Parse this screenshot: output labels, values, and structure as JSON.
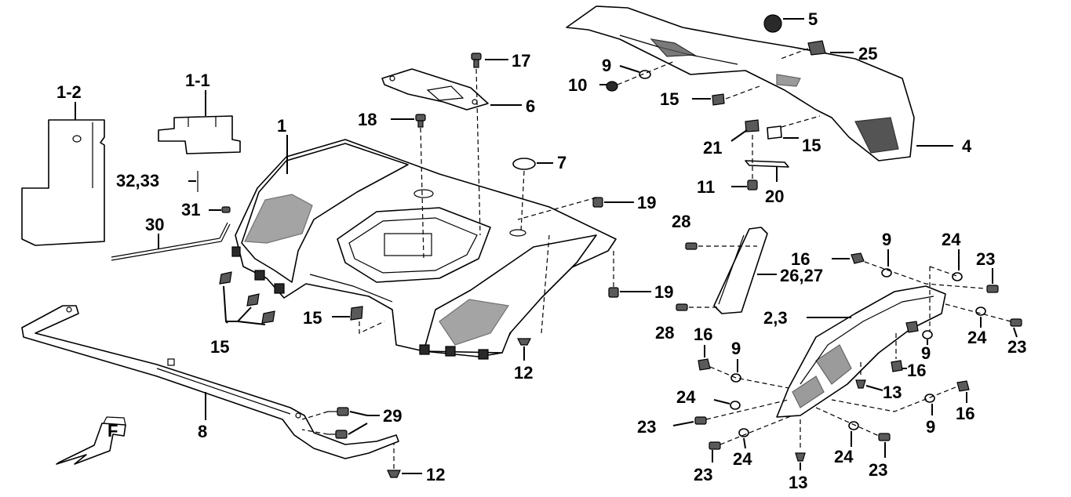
{
  "callouts": [
    {
      "id": "c-1-2",
      "text": "1-2"
    },
    {
      "id": "c-1-1",
      "text": "1-1"
    },
    {
      "id": "c-1",
      "text": "1"
    },
    {
      "id": "c-32-33",
      "text": "32,33"
    },
    {
      "id": "c-31",
      "text": "31"
    },
    {
      "id": "c-30",
      "text": "30"
    },
    {
      "id": "c-15a",
      "text": "15"
    },
    {
      "id": "c-15b",
      "text": "15"
    },
    {
      "id": "c-8",
      "text": "8"
    },
    {
      "id": "c-29",
      "text": "29"
    },
    {
      "id": "c-12a",
      "text": "12"
    },
    {
      "id": "c-12b",
      "text": "12"
    },
    {
      "id": "c-18",
      "text": "18"
    },
    {
      "id": "c-17",
      "text": "17"
    },
    {
      "id": "c-6",
      "text": "6"
    },
    {
      "id": "c-7",
      "text": "7"
    },
    {
      "id": "c-19a",
      "text": "19"
    },
    {
      "id": "c-19b",
      "text": "19"
    },
    {
      "id": "c-5",
      "text": "5"
    },
    {
      "id": "c-25",
      "text": "25"
    },
    {
      "id": "c-9a",
      "text": "9"
    },
    {
      "id": "c-10",
      "text": "10"
    },
    {
      "id": "c-15c",
      "text": "15"
    },
    {
      "id": "c-21",
      "text": "21"
    },
    {
      "id": "c-15d",
      "text": "15"
    },
    {
      "id": "c-4",
      "text": "4"
    },
    {
      "id": "c-11",
      "text": "11"
    },
    {
      "id": "c-20",
      "text": "20"
    },
    {
      "id": "c-28a",
      "text": "28"
    },
    {
      "id": "c-26-27",
      "text": "26,27"
    },
    {
      "id": "c-28b",
      "text": "28"
    },
    {
      "id": "c-16a",
      "text": "16"
    },
    {
      "id": "c-9b",
      "text": "9"
    },
    {
      "id": "c-24a",
      "text": "24"
    },
    {
      "id": "c-23a",
      "text": "23"
    },
    {
      "id": "c-2-3",
      "text": "2,3"
    },
    {
      "id": "c-24b",
      "text": "24"
    },
    {
      "id": "c-23b",
      "text": "23"
    },
    {
      "id": "c-9c",
      "text": "9"
    },
    {
      "id": "c-16b",
      "text": "16"
    },
    {
      "id": "c-16c",
      "text": "16"
    },
    {
      "id": "c-9d",
      "text": "9"
    },
    {
      "id": "c-13a",
      "text": "13"
    },
    {
      "id": "c-24c",
      "text": "24"
    },
    {
      "id": "c-23c",
      "text": "23"
    },
    {
      "id": "c-16d",
      "text": "16"
    },
    {
      "id": "c-9e",
      "text": "9"
    },
    {
      "id": "c-24d",
      "text": "24"
    },
    {
      "id": "c-24e",
      "text": "24"
    },
    {
      "id": "c-23d",
      "text": "23"
    },
    {
      "id": "c-23e",
      "text": "23"
    },
    {
      "id": "c-13b",
      "text": "13"
    }
  ],
  "front_marker": "F"
}
